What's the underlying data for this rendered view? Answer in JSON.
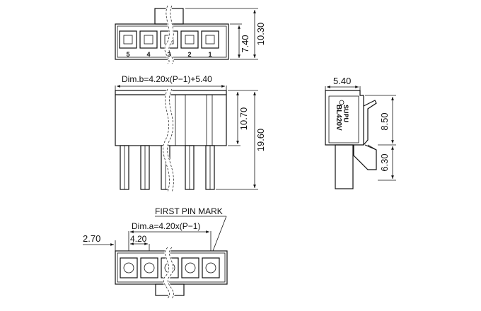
{
  "drawing": {
    "top_view": {
      "pin_numbers": [
        "5",
        "4",
        "3",
        "2",
        "1"
      ],
      "dim_height_inner": "7.40",
      "dim_height_outer": "10.30"
    },
    "front_view": {
      "dim_width_formula": "Dim.b=4.20x(P−1)+5.40",
      "dim_housing_height": "10.70",
      "dim_total_height": "19.60"
    },
    "side_view": {
      "dim_width": "5.40",
      "dim_upper": "8.50",
      "dim_lower": "6.30",
      "brand": "SUPU",
      "part_number": "BL420V"
    },
    "bottom_view": {
      "first_pin_label": "FIRST PIN MARK",
      "dim_pitch_formula": "Dim.a=4.20x(P−1)",
      "dim_pitch": "4.20",
      "dim_offset": "2.70"
    }
  }
}
